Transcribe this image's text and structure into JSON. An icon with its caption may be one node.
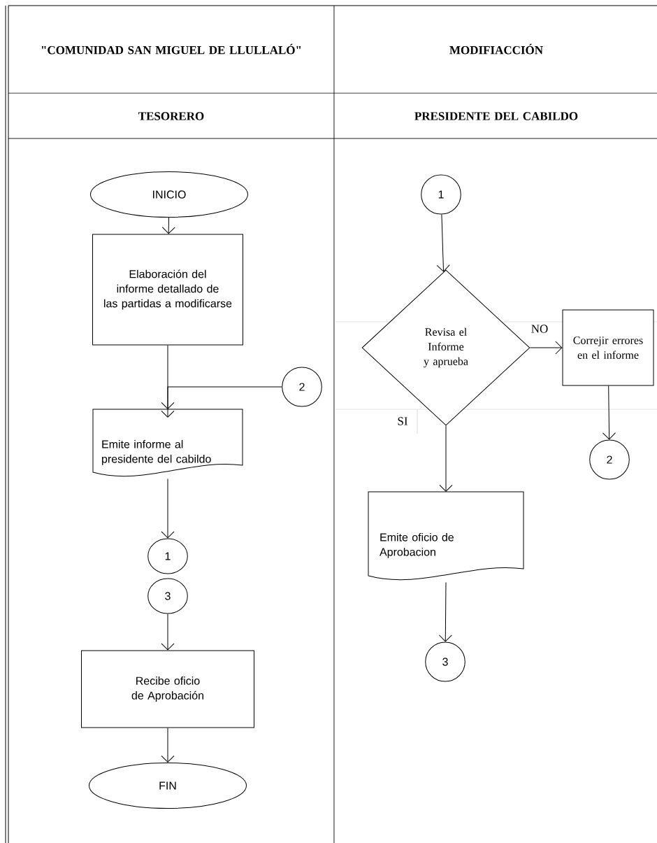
{
  "diagram": {
    "nodes": [
      {
        "text": [
          "INICIO"
        ]
      },
      {
        "text": [
          "Elaboración del informe detallado de las partidas a modificarse"
        ]
      },
      {
        "text": [
          "2"
        ]
      },
      {
        "text": [
          "Emite informe al presidente del cabildo"
        ]
      },
      {
        "text": [
          "1"
        ]
      },
      {
        "text": [
          "3"
        ]
      },
      {
        "text": [
          "Recibe oficio de Aprobación"
        ]
      },
      {
        "text": [
          "FIN"
        ]
      },
      {
        "text": [
          "1"
        ]
      },
      {
        "text": [
          "Revisa el Informe y aprueba"
        ]
      },
      {
        "text": [
          "Correjir errores en el informe"
        ]
      },
      {
        "text": [
          "2"
        ]
      },
      {
        "text": [
          "Emite oficio de Aprobacion"
        ]
      },
      {
        "text": [
          "3"
        ]
      }
    ],
    "edges": [
      {
        "from": 0,
        "to": 1,
        "arrow": "to"
      },
      {
        "from": 1,
        "to": 3,
        "arrow": "to"
      },
      {
        "from": 2,
        "to": 3,
        "arrow": "to"
      },
      {
        "from": 3,
        "to": 4,
        "arrow": "to"
      },
      {
        "from": 5,
        "to": 6,
        "arrow": "to"
      },
      {
        "from": 6,
        "to": 7,
        "arrow": "to"
      },
      {
        "from": 8,
        "to": 9,
        "arrow": "to"
      },
      {
        "from": 9,
        "to": 10,
        "arrow": "to",
        "label": "NO"
      },
      {
        "from": 9,
        "to": 12,
        "arrow": "to",
        "label": "SI"
      },
      {
        "from": 10,
        "to": 11,
        "arrow": "to"
      },
      {
        "from": 12,
        "to": 13,
        "arrow": "to"
      }
    ],
    "labels": [
      "\"COMUNIDAD SAN MIGUEL DE LLULLALÓ\"",
      "MODIFIACCIÓN",
      "TESORERO",
      "PRESIDENTE DEL CABILDO"
    ]
  }
}
